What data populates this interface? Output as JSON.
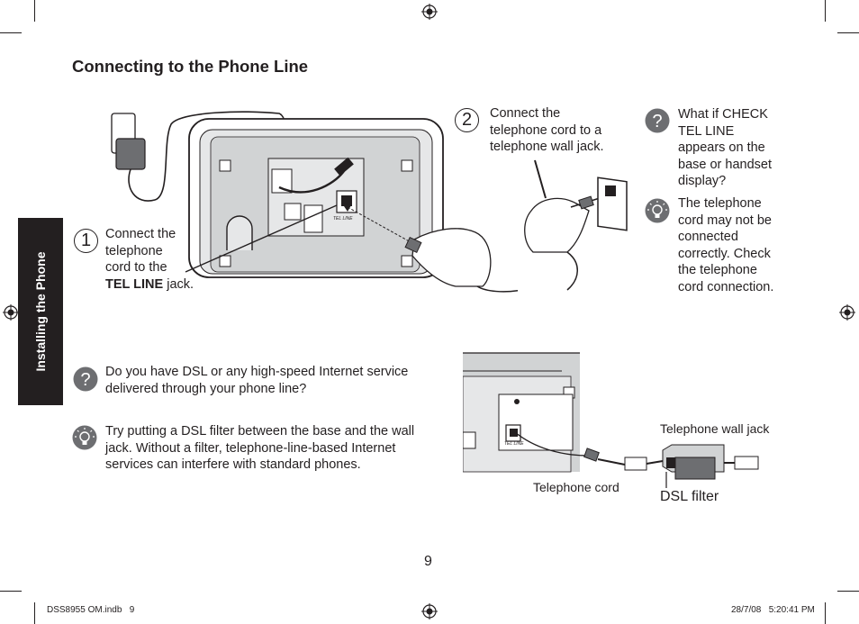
{
  "page": {
    "title": "Connecting to the Phone Line",
    "page_number": "9",
    "side_tab": "Installing the Phone"
  },
  "steps": [
    {
      "number": "1",
      "lines": [
        "Connect the",
        "telephone",
        "cord to the"
      ],
      "bold": "TEL LINE",
      "after_bold": " jack."
    },
    {
      "number": "2",
      "lines": [
        "Connect the",
        "telephone cord to a",
        "telephone wall jack."
      ]
    }
  ],
  "faq_right": {
    "question": [
      "What if CHECK",
      "TEL LINE",
      "appears on the",
      "base or handset",
      "display?"
    ],
    "answer": [
      "The telephone",
      "cord may not be",
      "connected",
      "correctly. Check",
      "the telephone",
      "cord connection."
    ]
  },
  "dsl": {
    "question": [
      "Do you have DSL or any high-speed Internet service",
      "delivered through your phone line?"
    ],
    "tip": [
      "Try putting a DSL filter between the base and the wall",
      "jack. Without a filter, telephone-line-based Internet",
      "services can interfere with standard phones."
    ]
  },
  "figure_labels": {
    "tel_line_jack": "TEL LINE",
    "wall_jack": "Telephone wall jack",
    "cord": "Telephone cord",
    "dsl_filter": "DSL filter"
  },
  "footer": {
    "left": "DSS8955 OM.indb   9",
    "right": "28/7/08   5:20:41 PM"
  },
  "colors": {
    "ink": "#231f20",
    "tab_bg": "#231f20",
    "icon_grey": "#6d6e71",
    "base_grey": "#d1d3d4"
  }
}
